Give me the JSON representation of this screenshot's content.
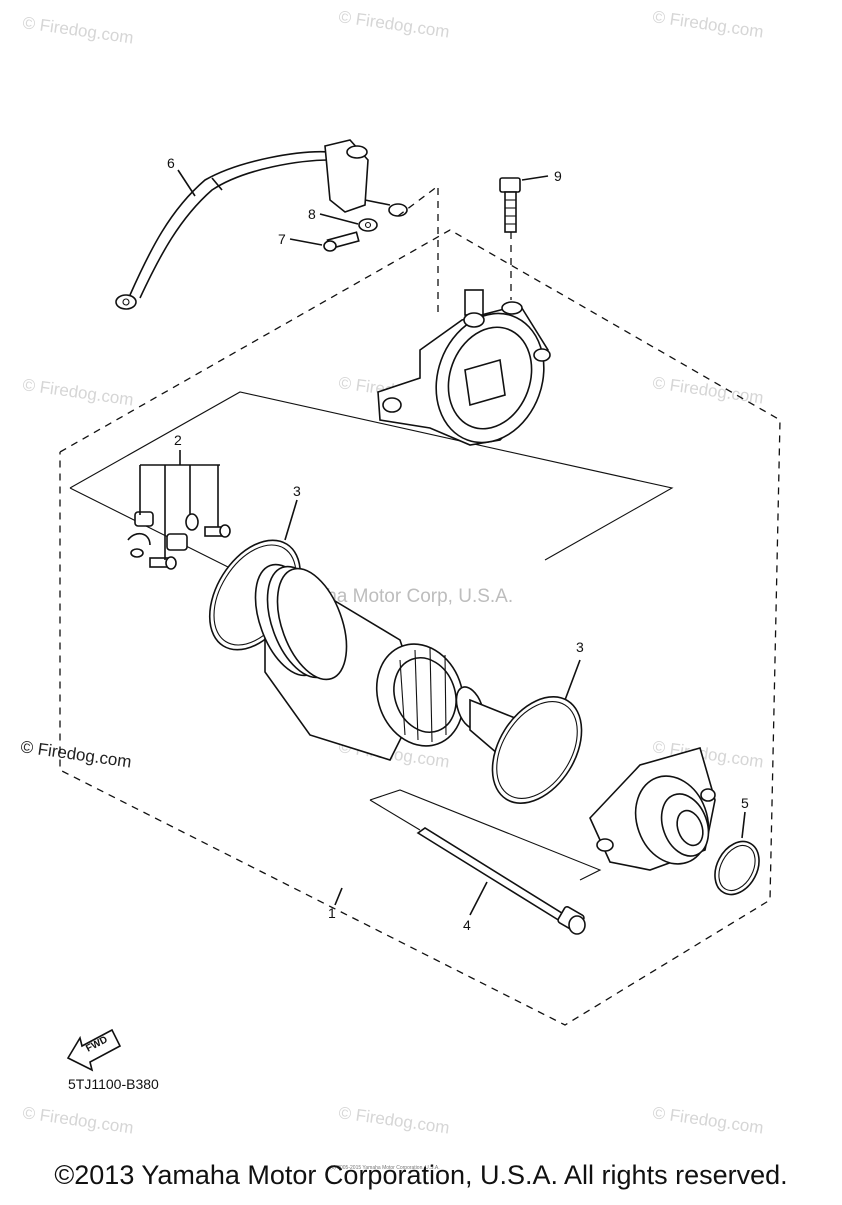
{
  "watermark": {
    "text": "© Firedog.com"
  },
  "center_watermark": "Yamaha Motor Corp, U.S.A.",
  "callouts": {
    "c1": "1",
    "c2": "2",
    "c3a": "3",
    "c3b": "3",
    "c4": "4",
    "c5": "5",
    "c6": "6",
    "c7": "7",
    "c8": "8",
    "c9": "9"
  },
  "fwd_label": "FWD",
  "diagram_code": "5TJ1100-B380",
  "copyright": "©2013 Yamaha Motor Corporation, U.S.A. All rights reserved.",
  "fine_print": "(c) 2005-2015 Yamaha Motor Corporation, U.S.A."
}
